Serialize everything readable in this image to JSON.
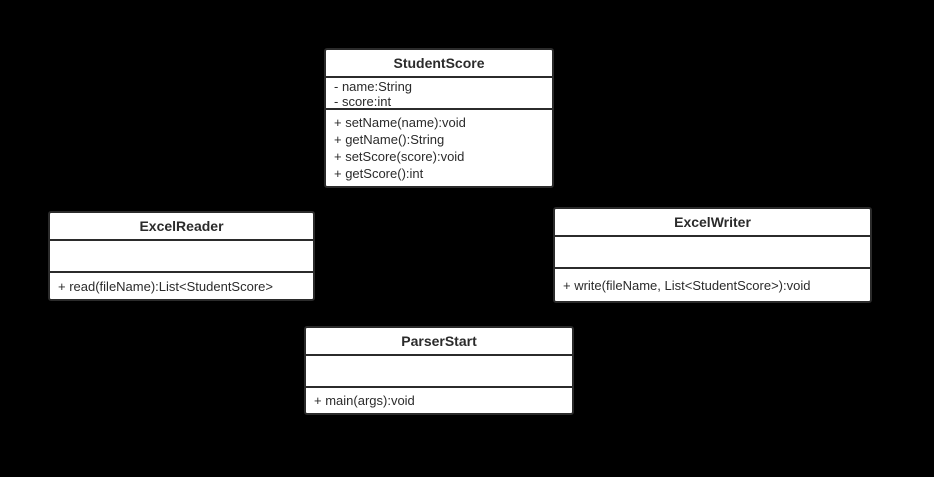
{
  "diagram": {
    "type": "uml-class-diagram",
    "background_color": "#000000",
    "box_fill_color": "#ffffff",
    "line_color": "#2b2b2b",
    "text_color": "#2b2b2b"
  },
  "classes": [
    {
      "name": "StudentScore",
      "attributes": [
        "- name:String",
        "- score:int"
      ],
      "methods": [
        "+ setName(name):void",
        "+ getName():String",
        "+ setScore(score):void",
        "+ getScore():int"
      ]
    },
    {
      "name": "ExcelReader",
      "attributes": [],
      "methods": [
        "+ read(fileName):List<StudentScore>"
      ]
    },
    {
      "name": "ExcelWriter",
      "attributes": [],
      "methods": [
        "+ write(fileName, List<StudentScore>):void"
      ]
    },
    {
      "name": "ParserStart",
      "attributes": [],
      "methods": [
        "+ main(args):void"
      ]
    }
  ]
}
